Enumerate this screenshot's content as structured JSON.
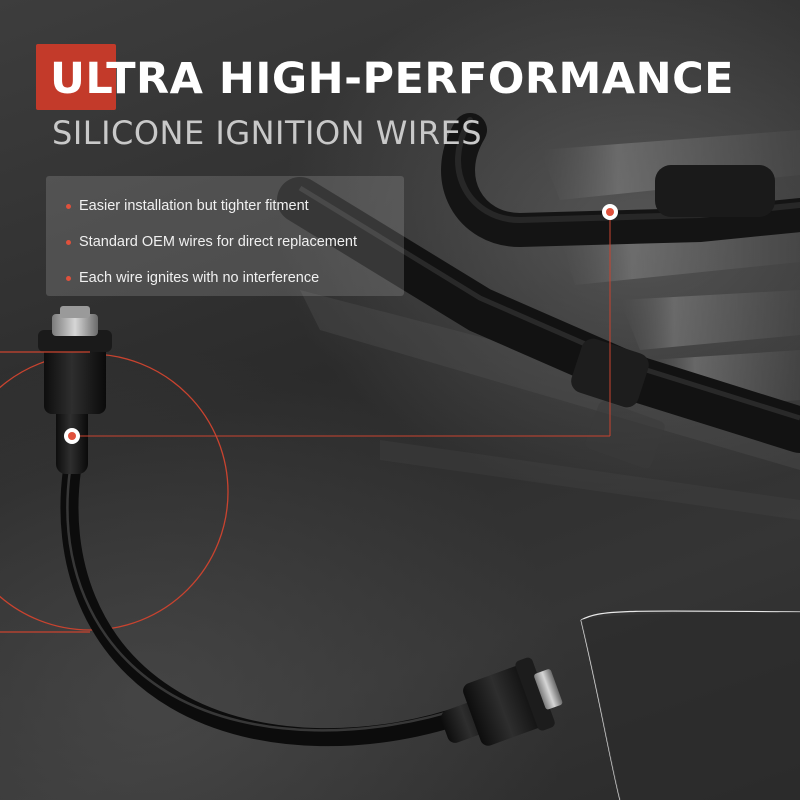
{
  "header": {
    "title": "ULTRA HIGH-PERFORMANCE",
    "subtitle": "SILICONE IGNITION WIRES"
  },
  "features": [
    {
      "label": "Easier installation but tighter fitment"
    },
    {
      "label": "Standard OEM wires for direct replacement"
    },
    {
      "label": "Each wire ignites with no interference"
    }
  ],
  "colors": {
    "accent": "#c33a2a",
    "bullet": "#e0513c",
    "title": "#ffffff",
    "subtitle": "#c9c9c9"
  },
  "icons": {
    "callout_marker": "callout-dot-icon",
    "product": "ignition-wire-image"
  }
}
